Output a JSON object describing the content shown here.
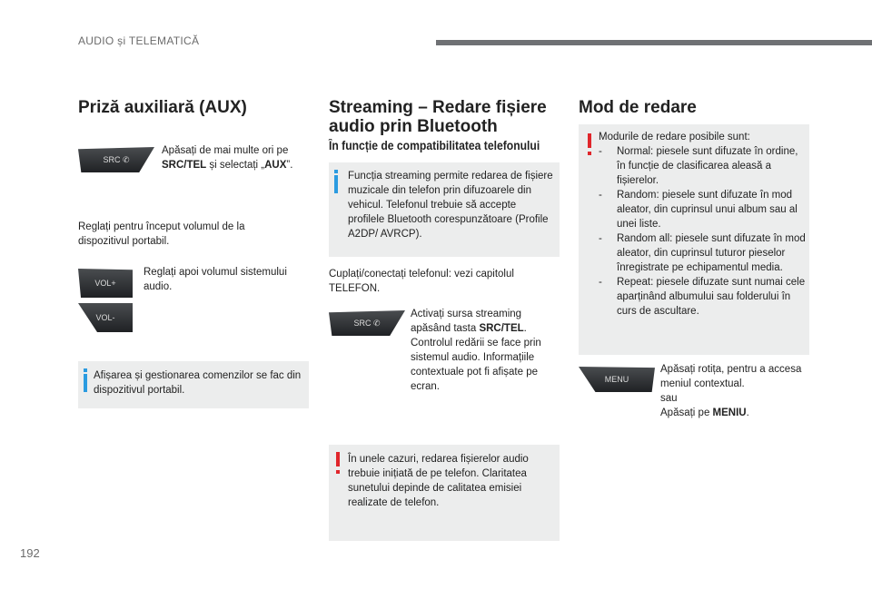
{
  "header": {
    "section": "AUDIO și TELEMATICĂ",
    "page": "192"
  },
  "col1": {
    "title": "Priză auxiliară (AUX)",
    "src_btn": "SRC",
    "step1_a": "Apăsați de mai multe ori pe ",
    "step1_b": "SRC/TEL",
    "step1_c": " și selectați „",
    "step1_d": "AUX",
    "step1_e": "”.",
    "step2": "Reglați pentru început volumul de la dispozitivul portabil.",
    "vol_plus": "VOL+",
    "vol_minus": "VOL-",
    "step3": "Reglați apoi volumul sistemului audio.",
    "info": "Afișarea și gestionarea comenzilor se fac din dispozitivul portabil."
  },
  "col2": {
    "title": "Streaming – Redare fișiere audio prin Bluetooth",
    "subtitle": "În funcție de compatibilitatea telefonului",
    "info": "Funcția streaming permite redarea de fișiere muzicale din telefon prin difuzoarele din vehicul. Telefonul trebuie să accepte profilele Bluetooth corespunzătoare (Profile A2DP/ AVRCP).",
    "pair": "Cuplați/conectați telefonul: vezi capitolul TELEFON.",
    "src_btn": "SRC",
    "step_a": "Activați sursa streaming apăsând tasta ",
    "step_b": "SRC/TEL",
    "step_c": ". Controlul redării se face prin sistemul audio. Informațiile contextuale pot fi afișate pe ecran.",
    "warn": "În unele cazuri, redarea fișierelor audio trebuie inițiată de pe telefon. Claritatea sunetului depinde de calitatea emisiei realizate de telefon."
  },
  "col3": {
    "title": "Mod de redare",
    "warn_intro": "Modurile de redare posibile sunt:",
    "modes": [
      "Normal: piesele sunt difuzate în ordine, în funcție de clasificarea aleasă a fișierelor.",
      "Random: piesele sunt difuzate în mod aleator, din cuprinsul unui album sau al unei liste.",
      "Random all: piesele sunt difuzate în mod aleator, din cuprinsul tuturor pieselor înregistrate pe echipamentul media.",
      "Repeat: piesele difuzate sunt numai cele aparținând albumului sau folderului în curs de ascultare."
    ],
    "dash": "-",
    "menu_btn": "MENU",
    "step_a": "Apăsați rotița, pentru a accesa meniul contextual.",
    "step_or": "sau",
    "step_b": "Apăsați pe ",
    "step_c": "MENIU",
    "step_d": "."
  },
  "colors": {
    "info": "#2b9be0",
    "warn": "#e0262b",
    "box": "#eceded"
  }
}
